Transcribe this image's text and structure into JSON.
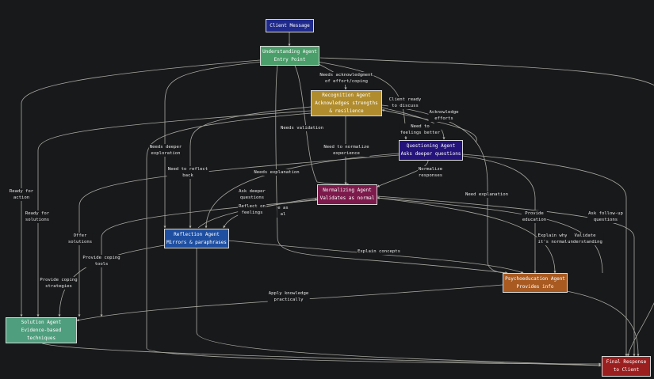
{
  "nodes": {
    "client_message": {
      "title": "Client Message",
      "subtitle": "",
      "color": "#1f2a8c"
    },
    "understanding": {
      "title": "Understanding Agent",
      "subtitle": "Entry Point",
      "color": "#4a9e69"
    },
    "recognition": {
      "title": "Recognition Agent",
      "subtitle": "Acknowledges strengths",
      "subtitle2": "& resilience",
      "color": "#b08c2e"
    },
    "questioning": {
      "title": "Questioning Agent",
      "subtitle": "Asks deeper questions",
      "color": "#23137a"
    },
    "normalizing": {
      "title": "Normalizing Agent",
      "subtitle": "Validates as normal",
      "color": "#7d1a4c"
    },
    "reflection": {
      "title": "Reflection Agent",
      "subtitle": "Mirrors & paraphrases",
      "color": "#1f4fa0"
    },
    "psychoeducation": {
      "title": "Psychoeducation Agent",
      "subtitle": "Provides info",
      "color": "#a85a21"
    },
    "solution": {
      "title": "Solution Agent",
      "subtitle": "Evidence-based",
      "subtitle2": "techniques",
      "color": "#4f9e7d"
    },
    "final": {
      "title": "Final Response",
      "subtitle": "to Client",
      "color": "#9c1f1f"
    }
  },
  "edge_labels": {
    "ack_effort_1": "Needs acknowledgment",
    "ack_effort_2": "of effort/coping",
    "client_ready_1": "Client ready",
    "client_ready_2": "to discuss",
    "acknowledge_efforts_1": "Acknowledge",
    "acknowledge_efforts_2": "efforts",
    "need_feelings_1": "Need to",
    "need_feelings_2": "feelings better",
    "needs_validation": "Needs validation",
    "needs_deeper_1": "Needs deeper",
    "needs_deeper_2": "exploration",
    "need_normalize_1": "Need to normalize",
    "need_normalize_2": "experience",
    "normalize_responses_1": "Normalize",
    "normalize_responses_2": "responses",
    "need_reflect_1": "Need to reflect",
    "need_reflect_2": "back",
    "needs_explanation": "Needs explanation",
    "need_explanation": "Need explanation",
    "ready_action_1": "Ready for",
    "ready_action_2": "action",
    "ask_deeper_1": "Ask deeper",
    "ask_deeper_2": "questions",
    "reflect_feelings_1": "Reflect on",
    "reflect_feelings_2": "feelings",
    "overlap_frag_1": "e as",
    "overlap_frag_2": "al",
    "ready_solutions_1": "Ready for",
    "ready_solutions_2": "solutions",
    "provide_education_1": "Provide",
    "provide_education_2": "education",
    "ask_followup_1": "Ask follow-up",
    "ask_followup_2": "questions",
    "offer_solutions_1": "Offer",
    "offer_solutions_2": "solutions",
    "explain_why_1": "Explain why",
    "explain_why_2": "it's normal",
    "validate_understanding_1": "Validate",
    "validate_understanding_2": "understanding",
    "provide_coping_tools_1": "Provide coping",
    "provide_coping_tools_2": "tools",
    "explain_concepts": "Explain concepts",
    "provide_coping_strategies_1": "Provide coping",
    "provide_coping_strategies_2": "strategies",
    "apply_knowledge_1": "Apply knowledge",
    "apply_knowledge_2": "practically"
  },
  "edge_color": "#a8a8a0"
}
